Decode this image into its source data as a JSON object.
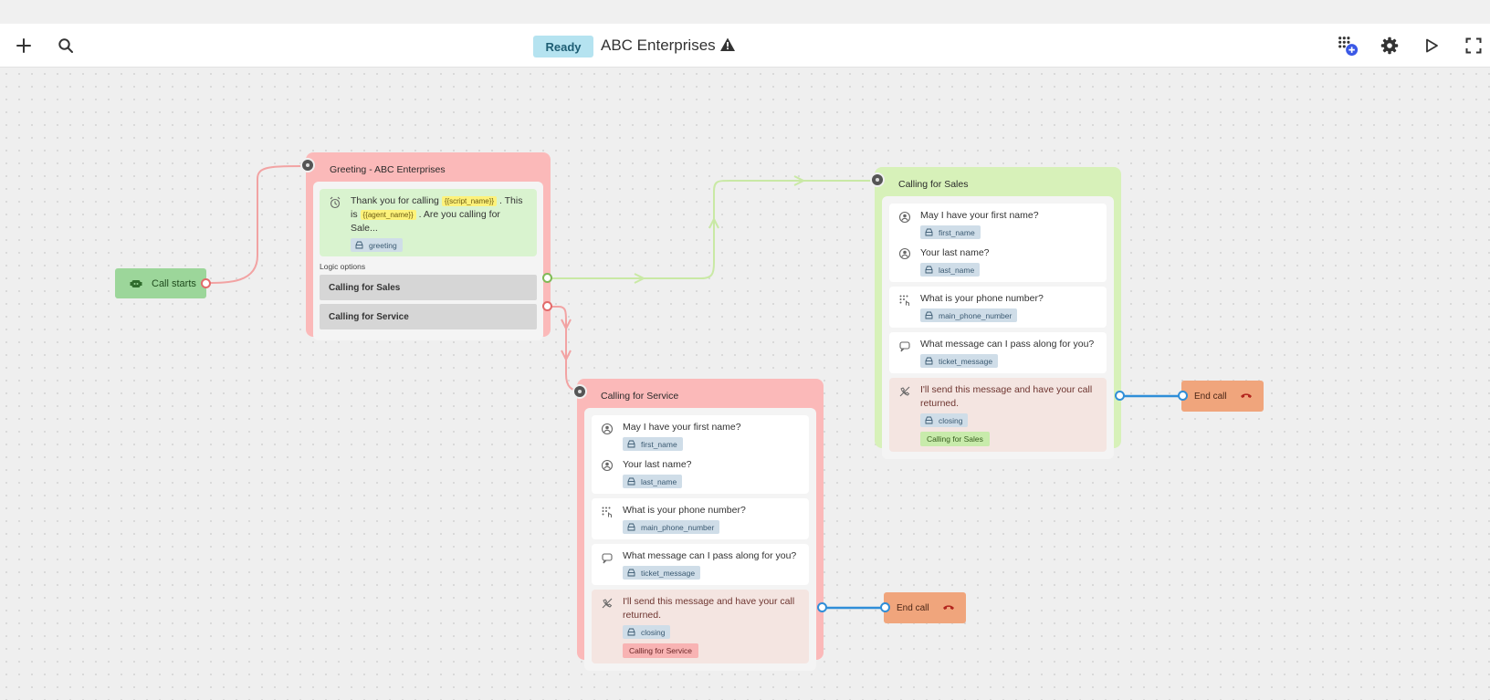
{
  "toolbar": {
    "status": "Ready",
    "title": "ABC Enterprises",
    "icons": [
      "plus-icon",
      "search-icon",
      "warning-icon",
      "keypad-add-icon",
      "gear-icon",
      "play-icon",
      "fullscreen-icon"
    ]
  },
  "start": {
    "label": "Call starts"
  },
  "greeting": {
    "title": "Greeting - ABC Enterprises",
    "line1_pre": "Thank you for calling",
    "line1_var": "{{script_name}}",
    "line1_post": ". This",
    "line2_pre": "is",
    "line2_var": "{{agent_name}}",
    "line2_post": ". Are you calling for Sale...",
    "tag": "greeting",
    "logic_label": "Logic options",
    "options": [
      "Calling for Sales",
      "Calling for Service"
    ]
  },
  "sales": {
    "title": "Calling for Sales",
    "q_first": "May I have your first name?",
    "tag_first": "first_name",
    "q_last": "Your last name?",
    "tag_last": "last_name",
    "q_phone": "What is your phone number?",
    "tag_phone": "main_phone_number",
    "q_message": "What message can I pass along for you?",
    "tag_message": "ticket_message",
    "q_closing": "I'll send this message and have your call returned.",
    "tag_closing": "closing",
    "goto": "Calling for Sales"
  },
  "service": {
    "title": "Calling for Service",
    "q_first": "May I have your first name?",
    "tag_first": "first_name",
    "q_last": "Your last name?",
    "tag_last": "last_name",
    "q_phone": "What is your phone number?",
    "tag_phone": "main_phone_number",
    "q_message": "What message can I pass along for you?",
    "tag_message": "ticket_message",
    "q_closing": "I'll send this message and have your call returned.",
    "tag_closing": "closing",
    "goto": "Calling for Service"
  },
  "end_sales": {
    "label": "End call"
  },
  "end_service": {
    "label": "End call"
  },
  "colors": {
    "ready": "#b5e3f0",
    "pink_node": "#fbb9b9",
    "green_node": "#d7f1b9",
    "start_node": "#9cd69a",
    "end_node": "#f0a57c",
    "wire_pink": "#f2a3a3",
    "wire_green": "#c9e9a5",
    "wire_blue": "#2f8ed8"
  }
}
